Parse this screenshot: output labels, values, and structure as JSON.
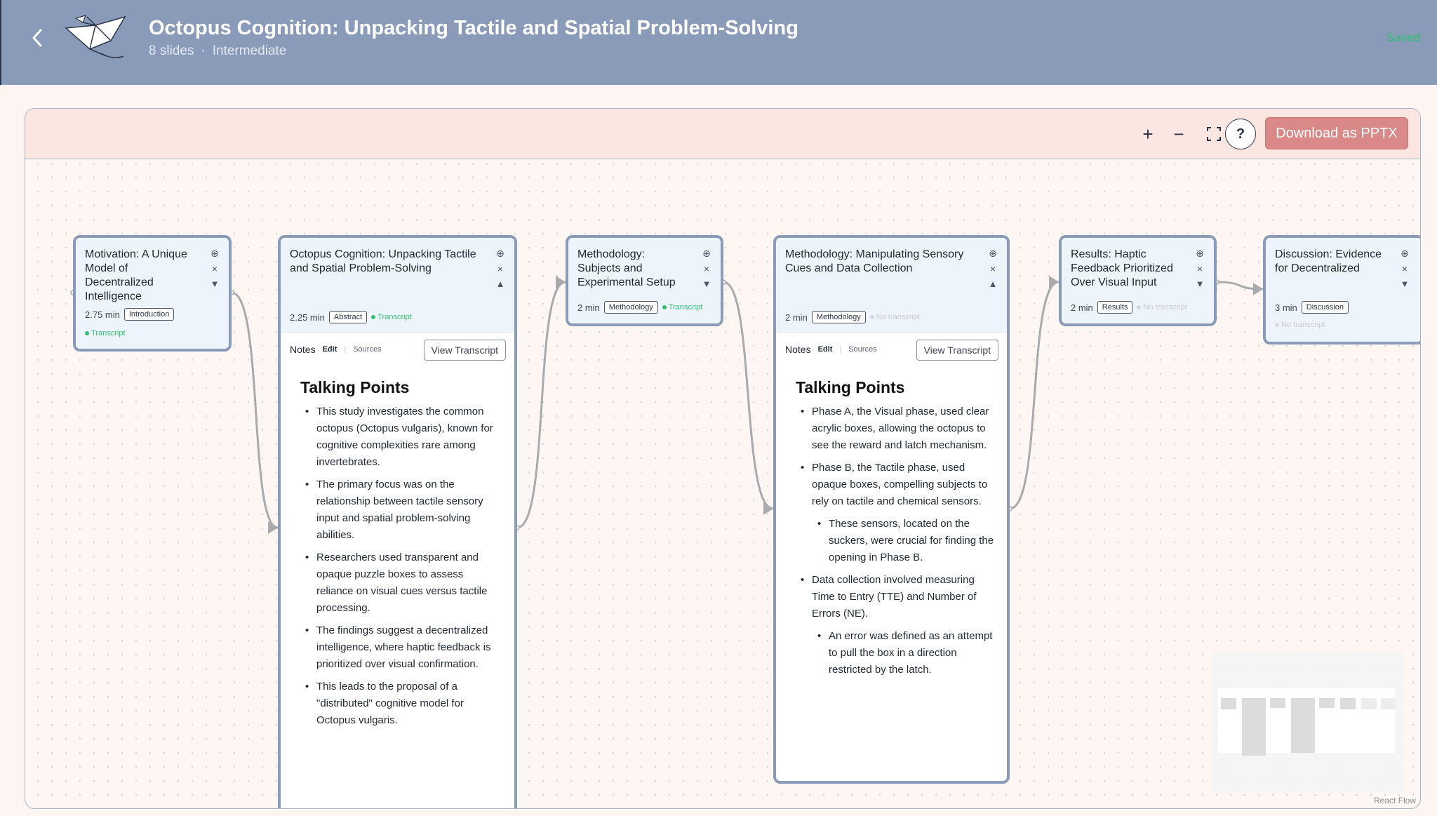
{
  "header": {
    "title": "Octopus Cognition: Unpacking Tactile and Spatial Problem-Solving",
    "slides": "8 slides",
    "separator": "·",
    "level": "Intermediate",
    "status": "Saved"
  },
  "toolbar": {
    "zoom_in": "+",
    "zoom_out": "−",
    "help": "?",
    "download_label": "Download as PPTX"
  },
  "nodes": [
    {
      "title": "Motivation: A Unique Model of Decentralized Intelligence",
      "duration": "2.75 min",
      "tag": "Introduction",
      "transcript": "Transcript",
      "expanded": false
    },
    {
      "title": "Octopus Cognition: Unpacking Tactile and Spatial Problem-Solving",
      "duration": "2.25 min",
      "tag": "Abstract",
      "transcript": "Transcript",
      "expanded": true,
      "notes": {
        "tab_notes": "Notes",
        "tab_edit": "Edit",
        "tab_sep": "|",
        "tab_sources": "Sources",
        "view_transcript": "View Transcript",
        "heading": "Talking Points",
        "points": [
          "This study investigates the common octopus (Octopus vulgaris), known for cognitive complexities rare among invertebrates.",
          "The primary focus was on the relationship between tactile sensory input and spatial problem-solving abilities.",
          "Researchers used transparent and opaque puzzle boxes to assess reliance on visual cues versus tactile processing.",
          "The findings suggest a decentralized intelligence, where haptic feedback is prioritized over visual confirmation.",
          "This leads to the proposal of a \"distributed\" cognitive model for Octopus vulgaris."
        ]
      }
    },
    {
      "title": "Methodology: Subjects and Experimental Setup",
      "duration": "2 min",
      "tag": "Methodology",
      "transcript": "Transcript",
      "expanded": false
    },
    {
      "title": "Methodology: Manipulating Sensory Cues and Data Collection",
      "duration": "2 min",
      "tag": "Methodology",
      "transcript": "No transcript",
      "expanded": true,
      "notes": {
        "tab_notes": "Notes",
        "tab_edit": "Edit",
        "tab_sep": "|",
        "tab_sources": "Sources",
        "view_transcript": "View Transcript",
        "heading": "Talking Points",
        "p1": "Phase A, the Visual phase, used clear acrylic boxes, allowing the octopus to see the reward and latch mechanism.",
        "p2": "Phase B, the Tactile phase, used opaque boxes, compelling subjects to rely on tactile and chemical sensors.",
        "p2a": "These sensors, located on the suckers, were crucial for finding the opening in Phase B.",
        "p3": "Data collection involved measuring Time to Entry (TTE) and Number of Errors (NE).",
        "p3a": "An error was defined as an attempt to pull the box in a direction restricted by the latch."
      }
    },
    {
      "title": "Results: Haptic Feedback Prioritized Over Visual Input",
      "duration": "2 min",
      "tag": "Results",
      "transcript": "No transcript",
      "expanded": false
    },
    {
      "title": "Discussion: Evidence for Decentralized",
      "duration": "3 min",
      "tag": "Discussion",
      "transcript": "No transcript",
      "expanded": false
    }
  ],
  "node_controls": {
    "add": "⊕",
    "remove": "×",
    "collapse": "▼",
    "expand": "▲"
  },
  "attribution": "React Flow"
}
